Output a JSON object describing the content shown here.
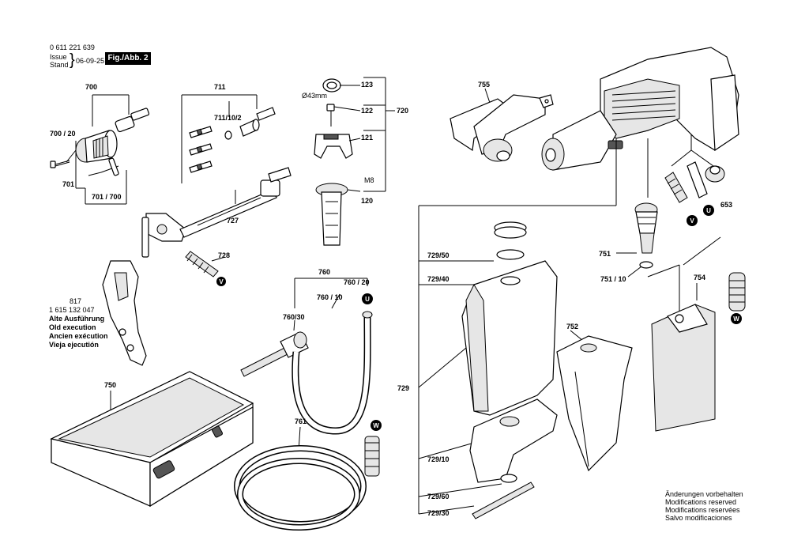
{
  "header": {
    "part_number": "0 611 221 639",
    "issue_label": "Issue",
    "stand_label": "Stand",
    "issue_date": "06-09-25",
    "figure_label": "Fig./Abb. 2"
  },
  "labels": {
    "l700": "700",
    "l700_20": "700 / 20",
    "l701": "701",
    "l701_700": "701 / 700",
    "l711": "711",
    "l711_10_2": "711/10/2",
    "l727": "727",
    "l728": "728",
    "l123": "123",
    "l122": "122",
    "l121": "121",
    "l120": "120",
    "l720": "720",
    "d43": "Ø43mm",
    "m8": "M8",
    "l755": "755",
    "l653": "653",
    "l751": "751",
    "l751_10": "751 / 10",
    "l752": "752",
    "l754": "754",
    "l729_50": "729/50",
    "l729_40": "729/40",
    "l729": "729",
    "l729_10": "729/10",
    "l729_60": "729/60",
    "l729_30": "729/30",
    "l760": "760",
    "l760_20": "760 / 20",
    "l760_10": "760 / 10",
    "l760_30": "760/30",
    "l761": "761",
    "l750": "750",
    "circle_v1": "V",
    "circle_v2": "V",
    "circle_u1": "U",
    "circle_u2": "U",
    "circle_w1": "W",
    "circle_w2": "W"
  },
  "legend817": {
    "number": "817",
    "part_number": "1 615 132 047",
    "line_de": "Alte Ausführung",
    "line_en": "Old execution",
    "line_fr": "Ancien exécution",
    "line_es": "Vieja ejecutión"
  },
  "notes": {
    "de": "Änderungen vorbehalten",
    "en": "Modifications reserved",
    "fr": "Modifications reservées",
    "es": "Salvo modificaciones"
  }
}
